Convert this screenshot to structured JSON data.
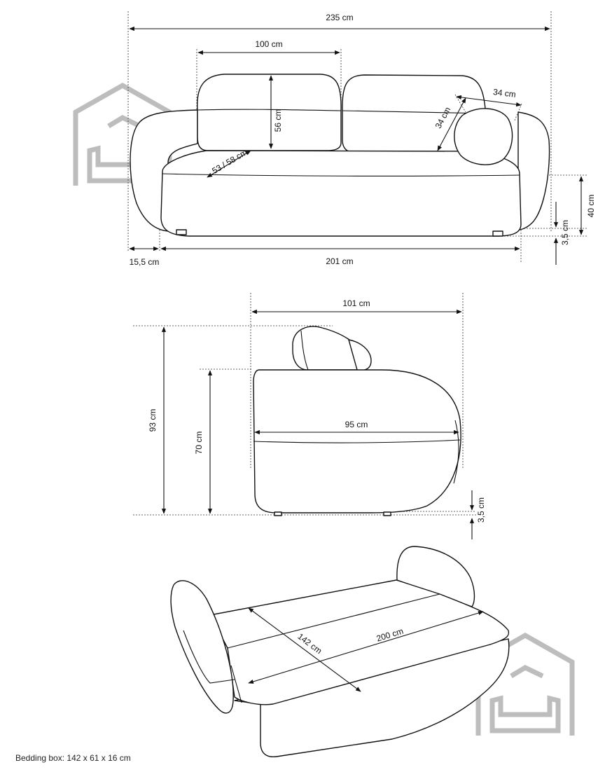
{
  "front_view": {
    "total_width": "235 cm",
    "backrest_width": "100 cm",
    "backrest_height": "56 cm",
    "seat_depth": "53 / 58 cm",
    "pillow_width": "34 cm",
    "pillow_height": "34 cm",
    "seat_height": "40 cm",
    "leg_height": "3,5 cm",
    "armrest_width": "15,5 cm",
    "seat_width": "201 cm"
  },
  "side_view": {
    "depth_total": "101 cm",
    "seat_depth": "95 cm",
    "total_height": "93 cm",
    "backrest_height": "70 cm",
    "leg_height": "3,5 cm"
  },
  "bed_view": {
    "sleeping_width": "142 cm",
    "sleeping_length": "200 cm"
  },
  "footer": {
    "bedding_box": "Bedding box: 142 x 61 x 16 cm"
  },
  "colors": {
    "line": "#111111",
    "watermark": "#bdbdbd",
    "background": "#ffffff"
  },
  "icons": [
    "house-logo-icon"
  ]
}
